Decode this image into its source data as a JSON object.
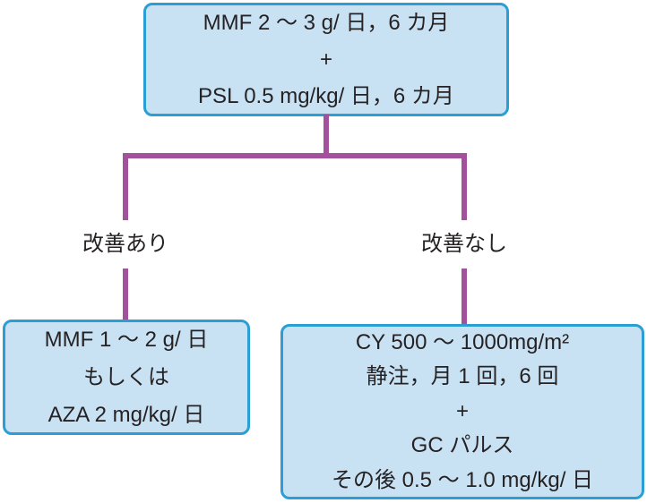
{
  "flowchart": {
    "top_box": {
      "lines": [
        "MMF 2 ～ 3 g/ 日，6 カ月",
        "+",
        "PSL 0.5 mg/kg/ 日，6 カ月"
      ]
    },
    "branch_labels": {
      "improved": "改善あり",
      "no_improvement": "改善なし"
    },
    "left_box": {
      "lines": [
        "MMF 1 ～ 2 g/ 日",
        "もしくは",
        "AZA 2 mg/kg/ 日"
      ]
    },
    "right_box": {
      "lines": [
        "CY 500 ～ 1000mg/m²",
        "静注，月 1 回，6 回",
        "+",
        "GC パルス",
        "その後 0.5 ～ 1.0 mg/kg/ 日"
      ]
    }
  },
  "colors": {
    "box_fill": "#c8e2f4",
    "box_border": "#2b9ed4",
    "connector": "#a3509d",
    "text": "#262223"
  }
}
